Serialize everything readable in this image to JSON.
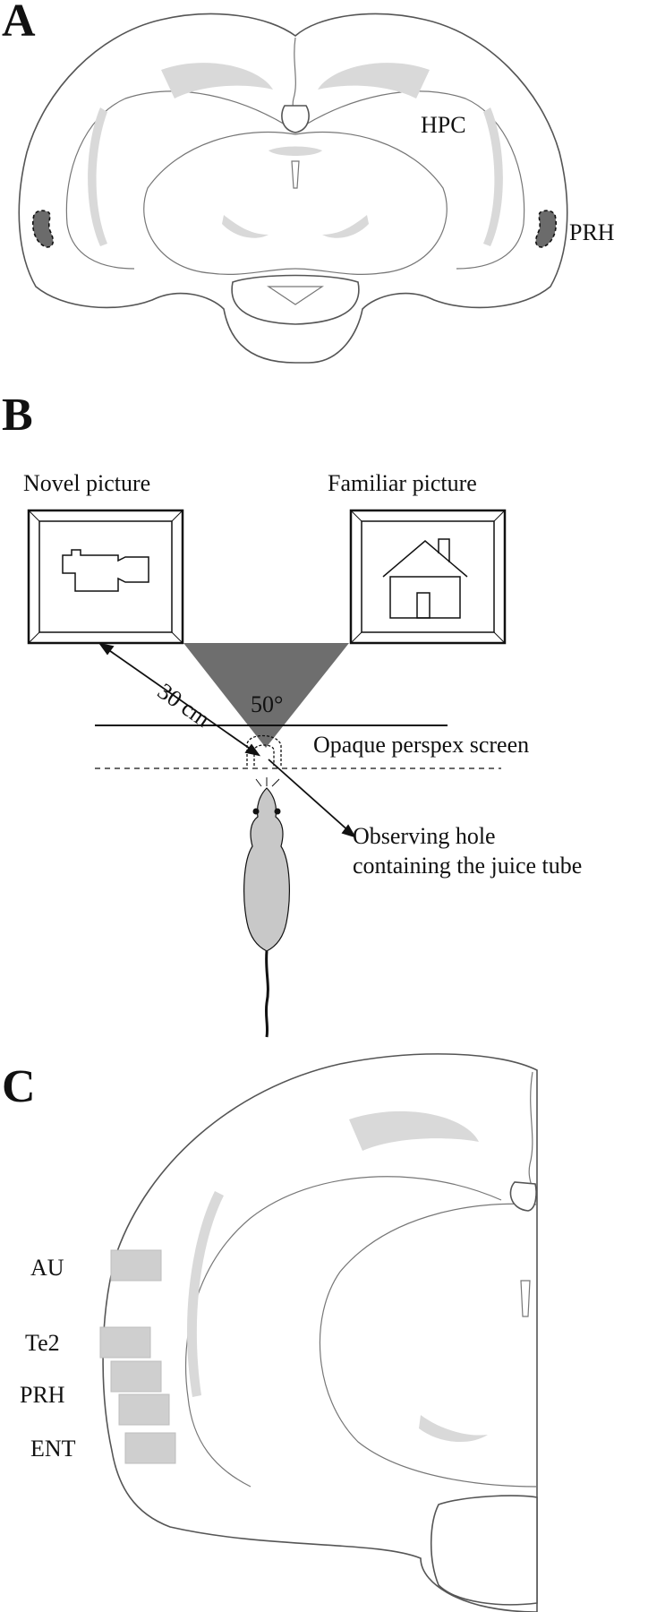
{
  "panels": {
    "A": {
      "letter": "A",
      "labels": {
        "hpc": "HPC",
        "prh": "PRH"
      }
    },
    "B": {
      "letter": "B",
      "labels": {
        "novel": "Novel picture",
        "familiar": "Familiar picture",
        "angle": "50°",
        "distance": "30 cm",
        "screen": "Opaque perspex screen",
        "hole_line1": "Observing hole",
        "hole_line2": "containing the juice tube"
      }
    },
    "C": {
      "letter": "C",
      "labels": {
        "au": "AU",
        "te2": "Te2",
        "prh": "PRH",
        "ent": "ENT"
      }
    }
  },
  "colors": {
    "region_fill": "#d9d9d9",
    "highlight_fill": "#6b6b6b",
    "triangle_fill": "#6e6e6e",
    "outline": "#555555"
  }
}
